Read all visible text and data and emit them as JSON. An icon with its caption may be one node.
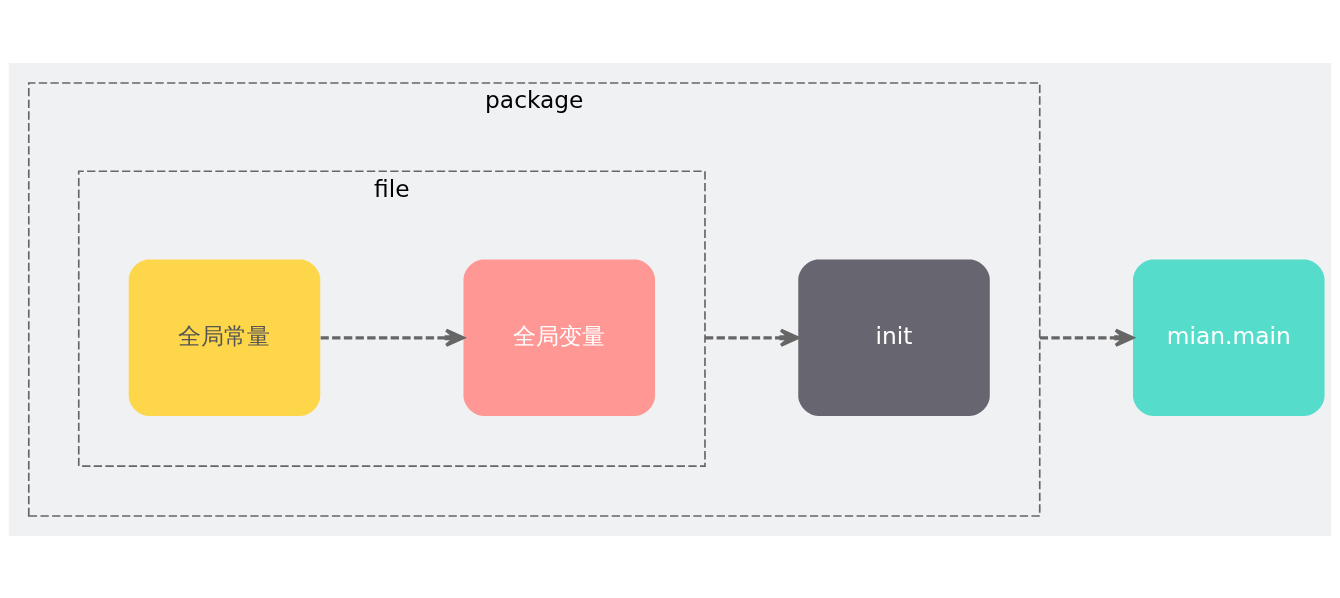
{
  "diagram": {
    "nodes": [
      {
        "text": [
          "package"
        ]
      },
      {
        "text": [
          "file"
        ],
        "in": 0
      },
      {
        "text": [
          "全局常量"
        ],
        "in": 1
      },
      {
        "text": [
          "全局变量"
        ],
        "in": 1
      },
      {
        "text": [
          "init"
        ],
        "in": 0
      },
      {
        "text": [
          "mian.main"
        ]
      }
    ],
    "edges": [
      {
        "from": 2,
        "to": 3,
        "arrow": "to",
        "style": "dashed"
      },
      {
        "from": 1,
        "to": 4,
        "arrow": "to",
        "style": "dashed"
      },
      {
        "from": 0,
        "to": 5,
        "arrow": "to",
        "style": "dashed"
      }
    ]
  }
}
